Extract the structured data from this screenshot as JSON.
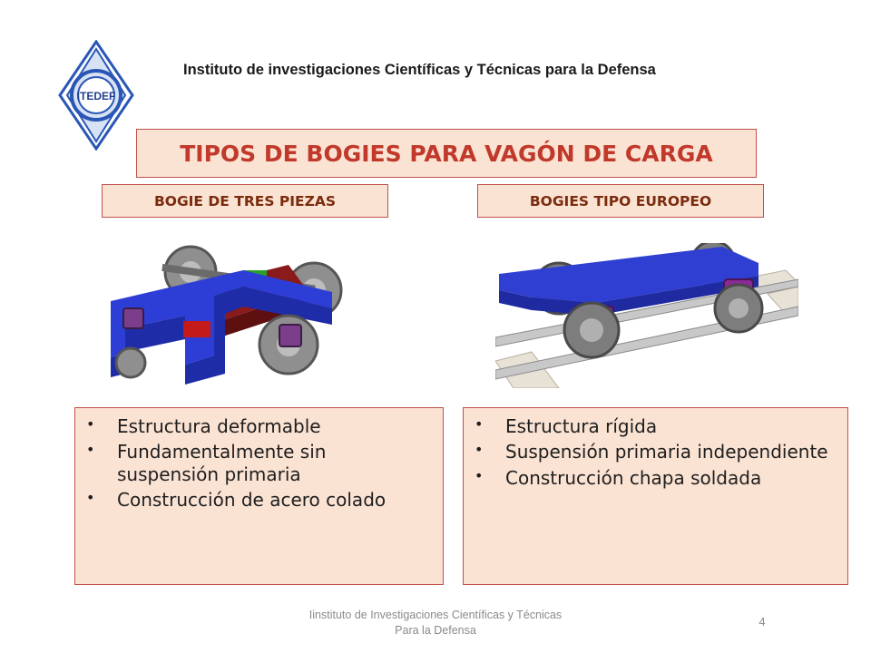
{
  "header": {
    "logo_text": "ITEDEF",
    "institution": "Instituto de investigaciones Científicas y Técnicas para la Defensa"
  },
  "title": "TIPOS DE BOGIES PARA VAGÓN DE CARGA",
  "left": {
    "subtitle": "BOGIE DE TRES PIEZAS",
    "bullets": [
      "Estructura deformable",
      "Fundamentalmente sin suspensión primaria",
      "Construcción de acero colado"
    ]
  },
  "right": {
    "subtitle": "BOGIES TIPO EUROPEO",
    "bullets": [
      "Estructura rígida",
      "Suspensión primaria independiente",
      "Construcción chapa soldada"
    ]
  },
  "footer": {
    "text": "Iinstituto de Investigaciones Científicas y Técnicas Para la Defensa",
    "page_number": "4"
  },
  "colors": {
    "accent": "#c0392b",
    "box_fill": "#fbe3d4",
    "box_border": "#c0504d",
    "logo_blue": "#2a57b5"
  }
}
